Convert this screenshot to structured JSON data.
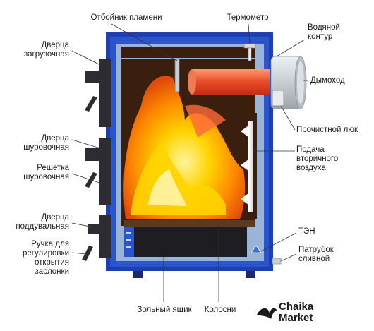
{
  "labels": {
    "flame_baffle": "Отбойник пламени",
    "thermometer": "Термометр",
    "water_circuit": "Водяной\nконтур",
    "chimney": "Дымоход",
    "cleaning_hatch": "Прочистной люк",
    "secondary_air": "Подача\nвторичного\nвоздуха",
    "heating_element": "ТЭН",
    "drain_pipe": "Патрубок\nсливной",
    "loading_door": "Дверца\nзагрузочная",
    "poker_door": "Дверца\nшуровочная",
    "poker_grate": "Решетка\nшуровочная",
    "ash_door": "Дверца\nподдувальная",
    "damper_handle": "Ручка для\nрегулировки\nоткрытия\nзаслонки",
    "ash_box": "Зольный ящик",
    "grates": "Колосни"
  },
  "brand": {
    "name": "Chaika",
    "sub": "Market"
  },
  "colors": {
    "body_blue": "#1d3fb0",
    "water_light": "#9ab4d8",
    "firebox_dark": "#3a1e0e",
    "door_dark": "#2b2d33",
    "fire_orange": "#ff8a00",
    "fire_yellow": "#ffd400",
    "pipe_red": "#e84c28",
    "metal_gray": "#c9ccd2"
  }
}
